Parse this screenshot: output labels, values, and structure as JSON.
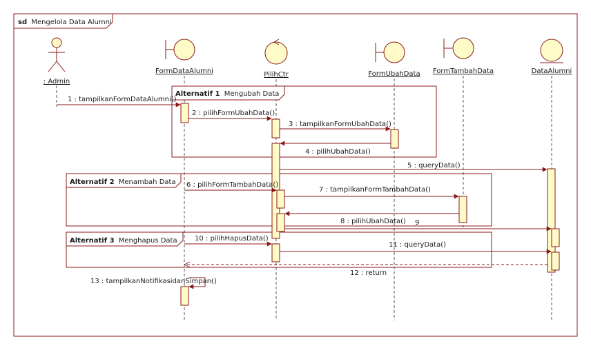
{
  "diagram": {
    "frame_prefix": "sd",
    "frame_title": "Mengelola Data Alumni",
    "colors": {
      "frame": "#8b1a1a",
      "lifeline": "#555555",
      "activation_fill": "#fefbc8",
      "activation_stroke": "#8b1a1a",
      "arrow": "#8b1a1a",
      "text": "#1a1a1a"
    },
    "lifelines": [
      {
        "id": "admin",
        "type": "actor",
        "name": ": Admin"
      },
      {
        "id": "formdata",
        "type": "boundary",
        "name": "FormDataAlumni"
      },
      {
        "id": "pilih",
        "type": "control",
        "name": "PilihCtr"
      },
      {
        "id": "ubah",
        "type": "boundary",
        "name": "FormUbahData"
      },
      {
        "id": "tambah",
        "type": "boundary",
        "name": "FormTambahData"
      },
      {
        "id": "data",
        "type": "entity",
        "name": "DataAlumni"
      }
    ],
    "fragments": [
      {
        "id": "alt1",
        "keyword": "Alternatif 1",
        "text": "Mengubah Data"
      },
      {
        "id": "alt2",
        "keyword": "Alternatif 2",
        "text": "Menambah Data"
      },
      {
        "id": "alt3",
        "keyword": "Alternatif 3",
        "text": "Menghapus Data"
      }
    ],
    "messages": [
      {
        "id": "m1",
        "label": "1 : tampilkanFormDataAlumni()"
      },
      {
        "id": "m2",
        "label": "2 : pilihFormUbahData()"
      },
      {
        "id": "m3",
        "label": "3 : tampilkanFormUbahData()"
      },
      {
        "id": "m4",
        "label": "4 : pilihUbahData()"
      },
      {
        "id": "m5",
        "label": "5 : queryData()"
      },
      {
        "id": "m6",
        "label": "6 : pilihFormTambahData()"
      },
      {
        "id": "m7",
        "label": "7 : tampilkanFormTambahData()"
      },
      {
        "id": "m8",
        "label": "8 : pilihUbahData()"
      },
      {
        "id": "m9",
        "label": "9"
      },
      {
        "id": "m10",
        "label": "10 : pilihHapusData()"
      },
      {
        "id": "m11",
        "label": "11 : queryData()"
      },
      {
        "id": "m12",
        "label": "12 : return"
      },
      {
        "id": "m13",
        "label": "13 : tampilkanNotifikasidanSimpan()"
      }
    ]
  }
}
